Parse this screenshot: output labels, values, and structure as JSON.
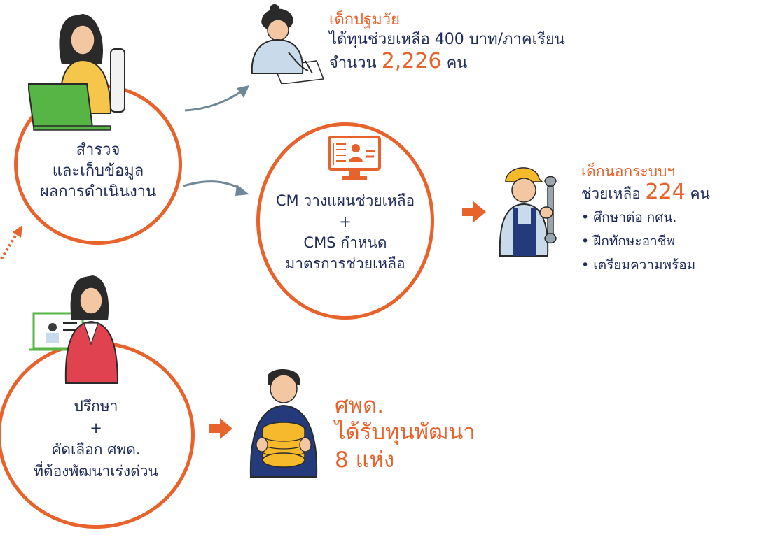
{
  "survey": {
    "lines": [
      "สำรวจ",
      "และเก็บข้อมูล",
      "ผลการดำเนินงาน"
    ]
  },
  "early_child": {
    "title": "เด็กปฐมวัย",
    "line2": "ได้ทุนช่วยเหลือ 400 บาท/ภาคเรียน",
    "count_prefix": "จำนวน",
    "count": "2,226",
    "count_suffix": "คน"
  },
  "plan": {
    "line1": "CM วางแผนช่วยเหลือ",
    "plus": "+",
    "line2": "CMS  กำหนด",
    "line3": "มาตรการช่วยเหลือ"
  },
  "out_of_school": {
    "title": "เด็กนอกระบบฯ",
    "count_prefix": "ช่วยเหลือ",
    "count": "224",
    "count_suffix": "คน",
    "bullets": [
      "• ศึกษาต่อ กศน.",
      "• ฝึกทักษะอาชีพ",
      "• เตรียมความพร้อม"
    ]
  },
  "consult": {
    "line1": "ปรึกษา",
    "plus": "+",
    "line2": "คัดเลือก ศพด.",
    "line3": "ที่ต้องพัฒนาเร่งด่วน"
  },
  "childcare": {
    "title": "ศพด.",
    "line2": "ได้รับทุนพัฒนา",
    "line3": "8 แห่ง"
  },
  "colors": {
    "accent": "#e8622c",
    "text": "#1f2b5a",
    "arrow": "#6f8797"
  },
  "icons": [
    "woman-laptop-icon",
    "child-writing-icon",
    "computer-monitor-icon",
    "mechanic-wrench-icon",
    "woman-video-call-icon",
    "man-coins-icon"
  ]
}
